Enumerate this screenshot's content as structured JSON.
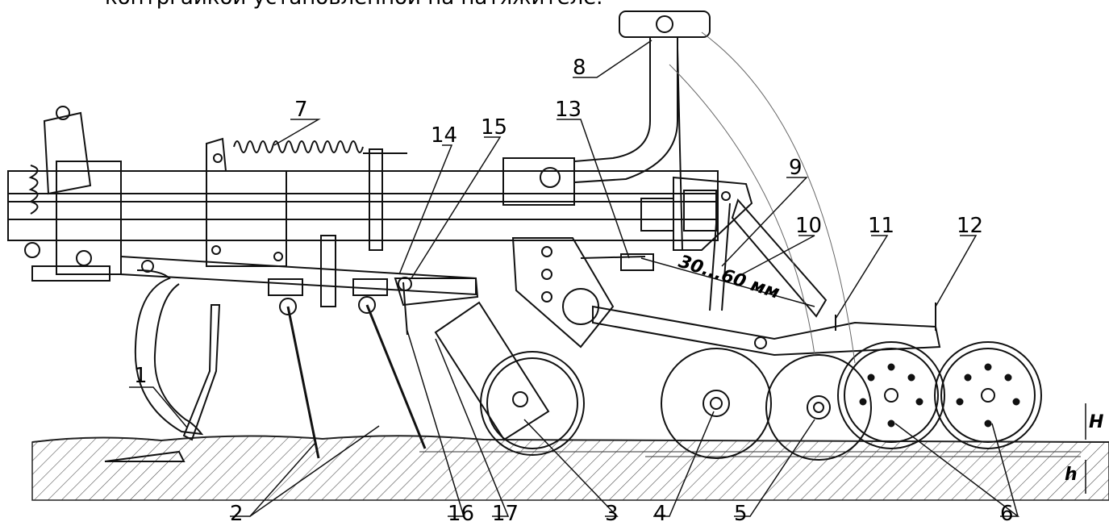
{
  "caption": "контргайкой установленной на натяжителе.",
  "dimension_text": "30...60 мм",
  "labels": {
    "n1": "1",
    "n2": "2",
    "n3": "3",
    "n4": "4",
    "n5": "5",
    "n6": "6",
    "n7": "7",
    "n8": "8",
    "n9": "9",
    "n10": "10",
    "n11": "11",
    "n12": "12",
    "n13": "13",
    "n14": "14",
    "n15": "15",
    "n16": "16",
    "n17": "17"
  },
  "depth_labels": {
    "H": "H",
    "h": "h"
  }
}
